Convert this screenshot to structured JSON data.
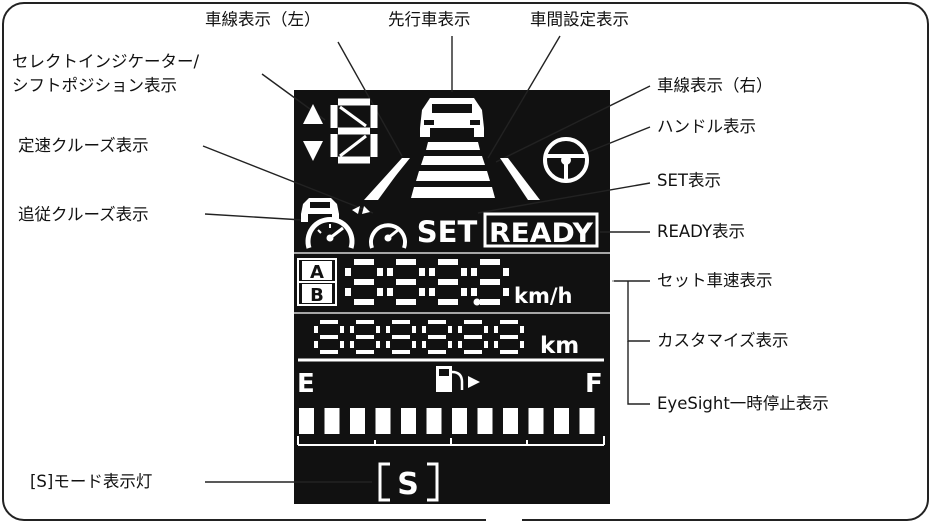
{
  "labels": {
    "lane_left": "車線表示（左）",
    "leading_car": "先行車表示",
    "distance_setting": "車間設定表示",
    "selector_line1": "セレクトインジケーター/",
    "selector_line2": "シフトポジション表示",
    "lane_right": "車線表示（右）",
    "steering": "ハンドル表示",
    "cruise_const": "定速クルーズ表示",
    "set_label": "SET表示",
    "cruise_follow": "追従クルーズ表示",
    "ready_label": "READY表示",
    "set_speed": "セット車速表示",
    "customize": "カスタマイズ表示",
    "eyesight_pause": "EyeSight一時停止表示",
    "s_mode_lamp": "[S]モード表示灯"
  },
  "display": {
    "set": "SET",
    "ready": "READY",
    "ab_a": "A",
    "ab_b": "B",
    "speed_digits": "888.8",
    "speed_unit": "km/h",
    "odo_digits": "888888",
    "odo_unit": "km",
    "fuel_empty": "E",
    "fuel_full": "F",
    "s_mode": "S",
    "fuel_segments": 12
  },
  "colors": {
    "panel": "#111111",
    "segment": "#ffffff",
    "segment_dim": "#555555",
    "line": "#222222"
  },
  "icons": [
    "leading-car-icon",
    "steering-wheel-icon",
    "follow-car-icon",
    "speedometer-icon",
    "fuel-pump-icon"
  ]
}
